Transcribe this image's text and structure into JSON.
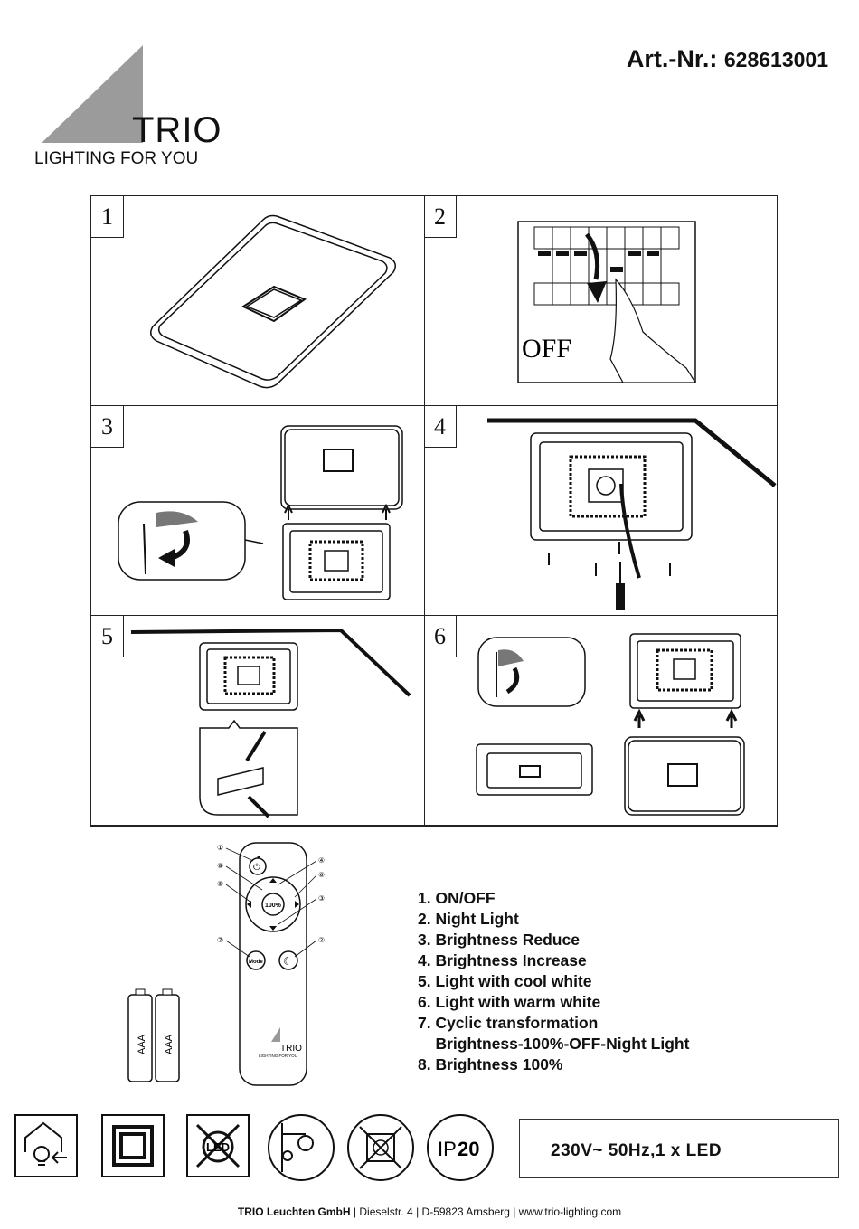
{
  "brand": {
    "word": "TRIO",
    "tagline": "LIGHTING FOR YOU"
  },
  "article": {
    "label": "Art.-Nr.:",
    "number": "628613001"
  },
  "steps": [
    "1",
    "2",
    "3",
    "4",
    "5",
    "6"
  ],
  "step2_text": "OFF",
  "remote": {
    "numbers": [
      "①",
      "⑧",
      "⑤",
      "⑦",
      "④",
      "⑥",
      "③",
      "②"
    ],
    "center_label": "100%",
    "mode_label": "Mode",
    "logo_word": "TRIO",
    "logo_tag": "LIGHTING FOR YOU",
    "battery_label": "AAA"
  },
  "legend": [
    "1. ON/OFF",
    "2. Night Light",
    "3. Brightness Reduce",
    "4. Brightness Increase",
    "5. Light with cool white",
    "6. Light with warm white",
    "7. Cyclic transformation",
    "    Brightness-100%-OFF-Night Light",
    "8. Brightness 100%"
  ],
  "icons": {
    "led_text": "LED",
    "ip_prefix": "IP",
    "ip_number": "20"
  },
  "spec": "230V~ 50Hz,1 x LED",
  "footer": {
    "company": "TRIO Leuchten GmbH",
    "address": "Dieselstr. 4",
    "city": "D-59823 Arnsberg",
    "web": "www.trio-lighting.com",
    "sep": "|"
  }
}
